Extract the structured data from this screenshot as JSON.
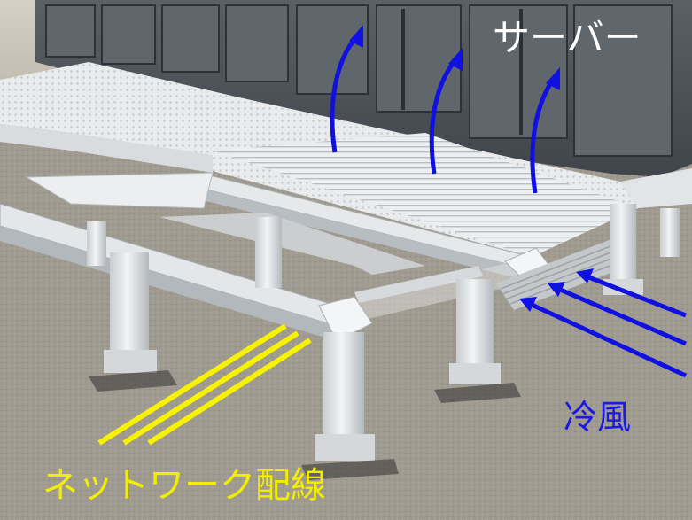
{
  "labels": {
    "server": "サーバー",
    "cold_air": "冷風",
    "network_wiring": "ネットワーク配線"
  },
  "colors": {
    "airflow_arrow": "#1010e0",
    "network_line": "#f7f300",
    "server_rack": "#4d5358",
    "floor_panel": "#e6e8ea",
    "pedestal": "#dfe2e4",
    "ground": "#9a958a"
  }
}
